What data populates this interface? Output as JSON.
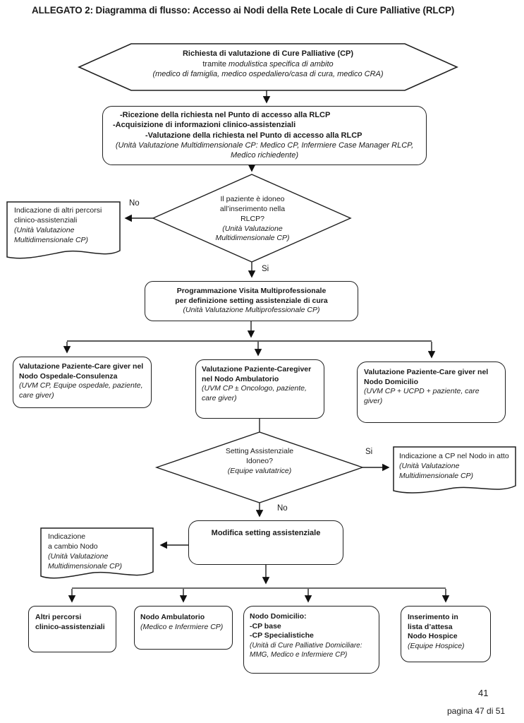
{
  "page": {
    "title": "ALLEGATO 2: Diagramma di flusso: Accesso ai Nodi della Rete Locale di Cure Palliative (RLCP)",
    "page_number": "41",
    "footer": "pagina 47 di 51",
    "ink_color": "#1a1a1a",
    "background": "#ffffff"
  },
  "labels": {
    "no_eligibility": "No",
    "si_eligibility": "Si",
    "si_setting": "Si",
    "no_setting": "No"
  },
  "nodes": {
    "request": {
      "title": "Richiesta di valutazione di Cure Palliative (CP)",
      "line2_prefix": "tramite ",
      "line2_italic": "modulistica specifica di ambito",
      "line3": "(medico di famiglia, medico ospedaliero/casa di cura, medico CRA)"
    },
    "reception": {
      "line1": "-Ricezione della richiesta nel Punto di accesso alla RLCP",
      "line2": "-Acquisizione di informazioni clinico-assistenziali",
      "line3": "-Valutazione della richiesta nel Punto di accesso alla RLCP",
      "line4": "(Unità Valutazione Multidimensionale CP: Medico CP, Infermiere Case Manager RLCP, Medico richiedente)"
    },
    "eligibility_decision": {
      "line1": "Il paziente è idoneo",
      "line2": "all’inserimento nella",
      "line3": "RLCP?",
      "line4": "(Unità Valutazione",
      "line5": "Multidimensionale CP)"
    },
    "other_paths_doc": {
      "line1": "Indicazione di altri percorsi",
      "line2": "clinico-assistenziali",
      "line3": "(Unità Valutazione",
      "line4": "Multidimensionale CP)"
    },
    "planning": {
      "line1": "Programmazione Visita Multiprofessionale",
      "line2": "per definizione setting assistenziale di cura",
      "line3": "(Unità Valutazione Multiprofessionale CP)"
    },
    "eval_hospital": {
      "bold": "Valutazione Paziente-Care giver nel Nodo Ospedale-Consulenza",
      "italic": "(UVM CP, Equipe ospedale, paziente, care giver)"
    },
    "eval_outpatient": {
      "bold": "Valutazione Paziente-Caregiver nel Nodo Ambulatorio",
      "italic": "(UVM CP ± Oncologo, paziente, care giver)"
    },
    "eval_home": {
      "bold": "Valutazione Paziente-Care giver nel Nodo Domicilio",
      "italic": "(UVM CP + UCPD + paziente, care giver)"
    },
    "setting_decision": {
      "line1": "Setting Assistenziale",
      "line2": "Idoneo?",
      "line3": "(Equipe valutatrice)"
    },
    "cp_in_node_doc": {
      "line1": "Indicazione a CP nel Nodo in atto",
      "line2": "(Unità Valutazione",
      "line3": "Multidimensionale CP)"
    },
    "change_setting": {
      "line1": "Modifica setting assistenziale"
    },
    "change_node_doc": {
      "line1": "Indicazione",
      "line2": "a cambio Nodo",
      "line3": "(Unità Valutazione",
      "line4": "Multidimensionale CP)"
    },
    "outcome_other": {
      "line1": "Altri percorsi",
      "line2": "clinico-assistenziali"
    },
    "outcome_outpatient": {
      "bold": "Nodo Ambulatorio",
      "italic": "(Medico e Infermiere CP)"
    },
    "outcome_home": {
      "bold1": "Nodo Domicilio:",
      "bold2": "-CP base",
      "bold3": "-CP Specialistiche",
      "italic1": "(Unità di Cure Palliative Domiciliare:",
      "italic2": "MMG, Medico e Infermiere CP)"
    },
    "outcome_hospice": {
      "bold1": "Inserimento in",
      "bold2": "lista d’attesa",
      "bold3": "Nodo Hospice",
      "italic": "(Equipe Hospice)"
    }
  }
}
